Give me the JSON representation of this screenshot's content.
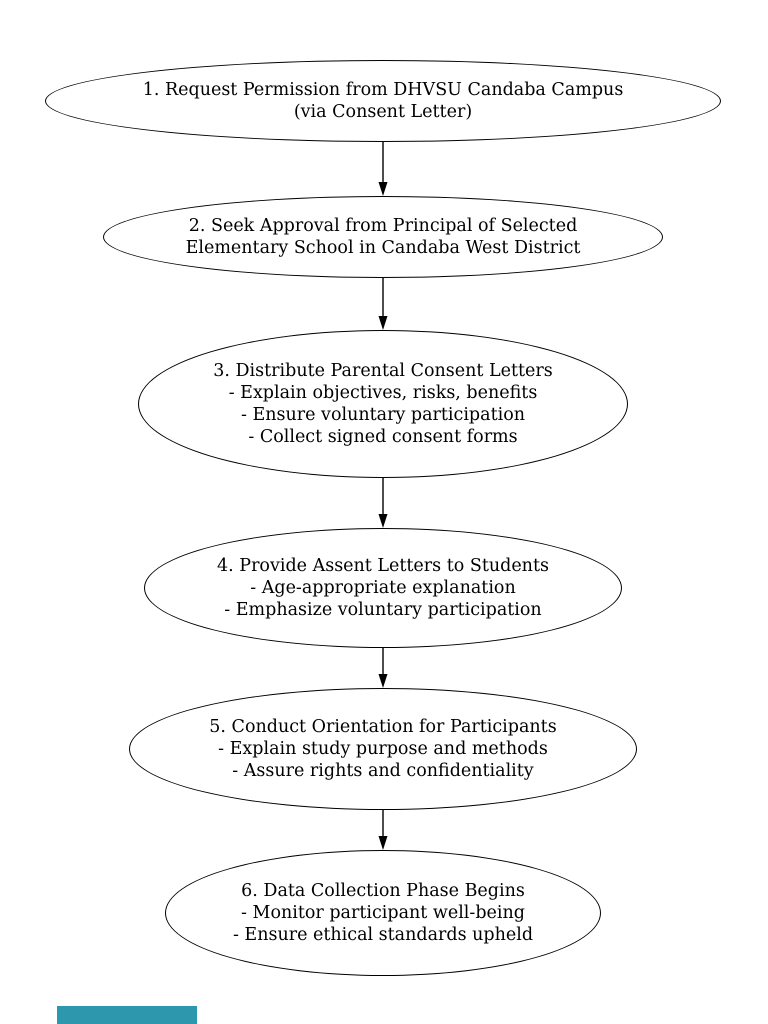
{
  "page": {
    "background_color": "#ffffff",
    "stroke_color": "#000000",
    "text_color": "#000000"
  },
  "footer": {
    "accent_color": "#2d97ad"
  },
  "flowchart": {
    "type": "vertical-flowchart",
    "node_shape": "ellipse",
    "connector": "arrow-down",
    "nodes": [
      {
        "id": "1",
        "lines": [
          "1. Request Permission from DHVSU Candaba Campus",
          "(via Consent Letter)"
        ]
      },
      {
        "id": "2",
        "lines": [
          "2. Seek Approval from Principal of Selected",
          "Elementary School in Candaba West District"
        ]
      },
      {
        "id": "3",
        "lines": [
          "3. Distribute Parental Consent Letters",
          "- Explain objectives, risks, benefits",
          "- Ensure voluntary participation",
          "- Collect signed consent forms"
        ]
      },
      {
        "id": "4",
        "lines": [
          "4. Provide Assent Letters to Students",
          "- Age-appropriate explanation",
          "- Emphasize voluntary participation"
        ]
      },
      {
        "id": "5",
        "lines": [
          "5. Conduct Orientation for Participants",
          "- Explain study purpose and methods",
          "- Assure rights and confidentiality"
        ]
      },
      {
        "id": "6",
        "lines": [
          "6. Data Collection Phase Begins",
          "- Monitor participant well-being",
          "- Ensure ethical standards upheld"
        ]
      }
    ]
  }
}
